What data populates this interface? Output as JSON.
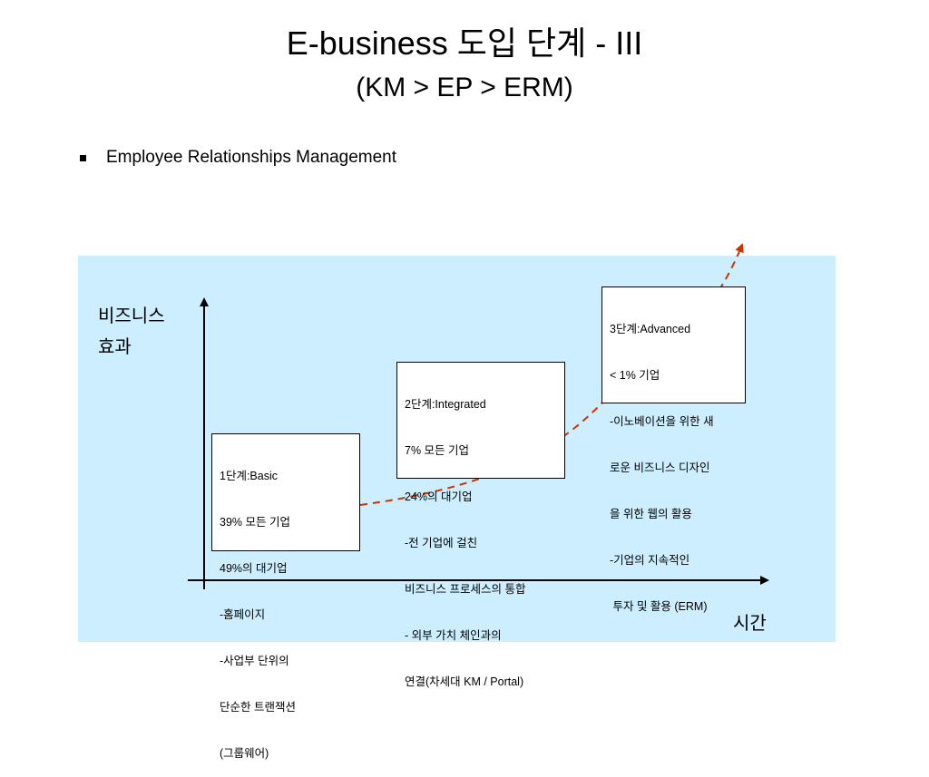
{
  "header": {
    "title": "E-business 도입 단계 - III",
    "subtitle": "(KM > EP > ERM)"
  },
  "bullet": {
    "text": "Employee Relationships Management"
  },
  "diagram": {
    "y_axis_label": [
      "비즈니스",
      "효과"
    ],
    "x_axis_label": "시간",
    "colors": {
      "panel": "#cceeff",
      "curve": "#cc3300",
      "axis": "#000000"
    },
    "stages": [
      {
        "lines": [
          "1단계:Basic",
          "39% 모든 기업",
          "49%의 대기업",
          "-홈페이지",
          "-사업부 단위의",
          "단순한 트랜잭션",
          "(그룹웨어)"
        ]
      },
      {
        "lines": [
          "2단계:Integrated",
          "7% 모든 기업",
          "24%의 대기업",
          "-전 기업에 걸친",
          "비즈니스 프로세스의 통합",
          "- 외부 가치 체인과의",
          "연결(차세대 KM / Portal)"
        ]
      },
      {
        "lines": [
          "3단계:Advanced",
          "< 1% 기업",
          "-이노베이션을 위한 새",
          "로운 비즈니스 디자인",
          "을 위한 웹의 활용",
          "-기업의 지속적인",
          " 투자 및 활용 (ERM)"
        ]
      }
    ]
  }
}
